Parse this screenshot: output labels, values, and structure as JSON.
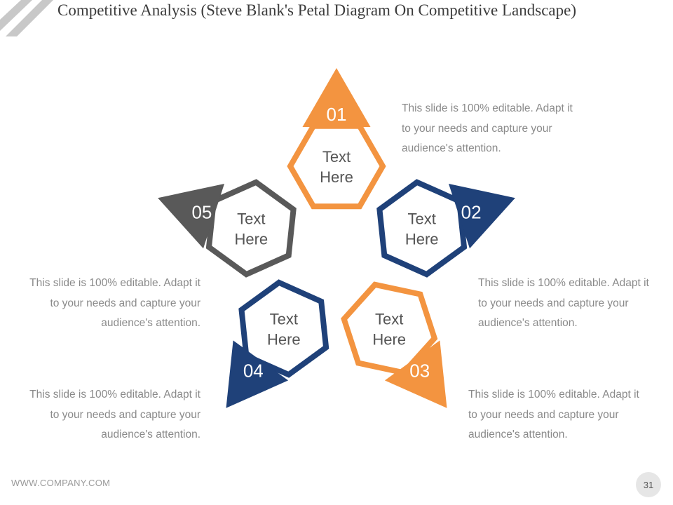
{
  "slide": {
    "title": "Competitive Analysis (Steve Blank's Petal Diagram On Competitive Landscape)",
    "footer_url": "WWW.COMPANY.COM",
    "page_number": "31"
  },
  "colors": {
    "orange": "#F39440",
    "navy": "#1F4179",
    "gray": "#595959",
    "text": "#555555",
    "desc_text": "#8A8A8A"
  },
  "petals": [
    {
      "number": "01",
      "label_line1": "Text",
      "label_line2": "Here",
      "color": "#F39440"
    },
    {
      "number": "02",
      "label_line1": "Text",
      "label_line2": "Here",
      "color": "#1F4179"
    },
    {
      "number": "03",
      "label_line1": "Text",
      "label_line2": "Here",
      "color": "#F39440"
    },
    {
      "number": "04",
      "label_line1": "Text",
      "label_line2": "Here",
      "color": "#1F4179"
    },
    {
      "number": "05",
      "label_line1": "Text",
      "label_line2": "Here",
      "color": "#595959"
    }
  ],
  "descriptions": {
    "top_right": "This slide is 100% editable. Adapt it to your needs and capture your audience's attention.",
    "middle_left": "This slide is 100% editable. Adapt it to your needs and capture your audience's attention.",
    "middle_right": "This slide is 100% editable. Adapt it to your needs and capture your audience's attention.",
    "bottom_left": "This slide is 100% editable. Adapt it to your needs and capture your audience's attention.",
    "bottom_right": "This slide is 100% editable. Adapt it to your needs and capture your audience's attention."
  }
}
